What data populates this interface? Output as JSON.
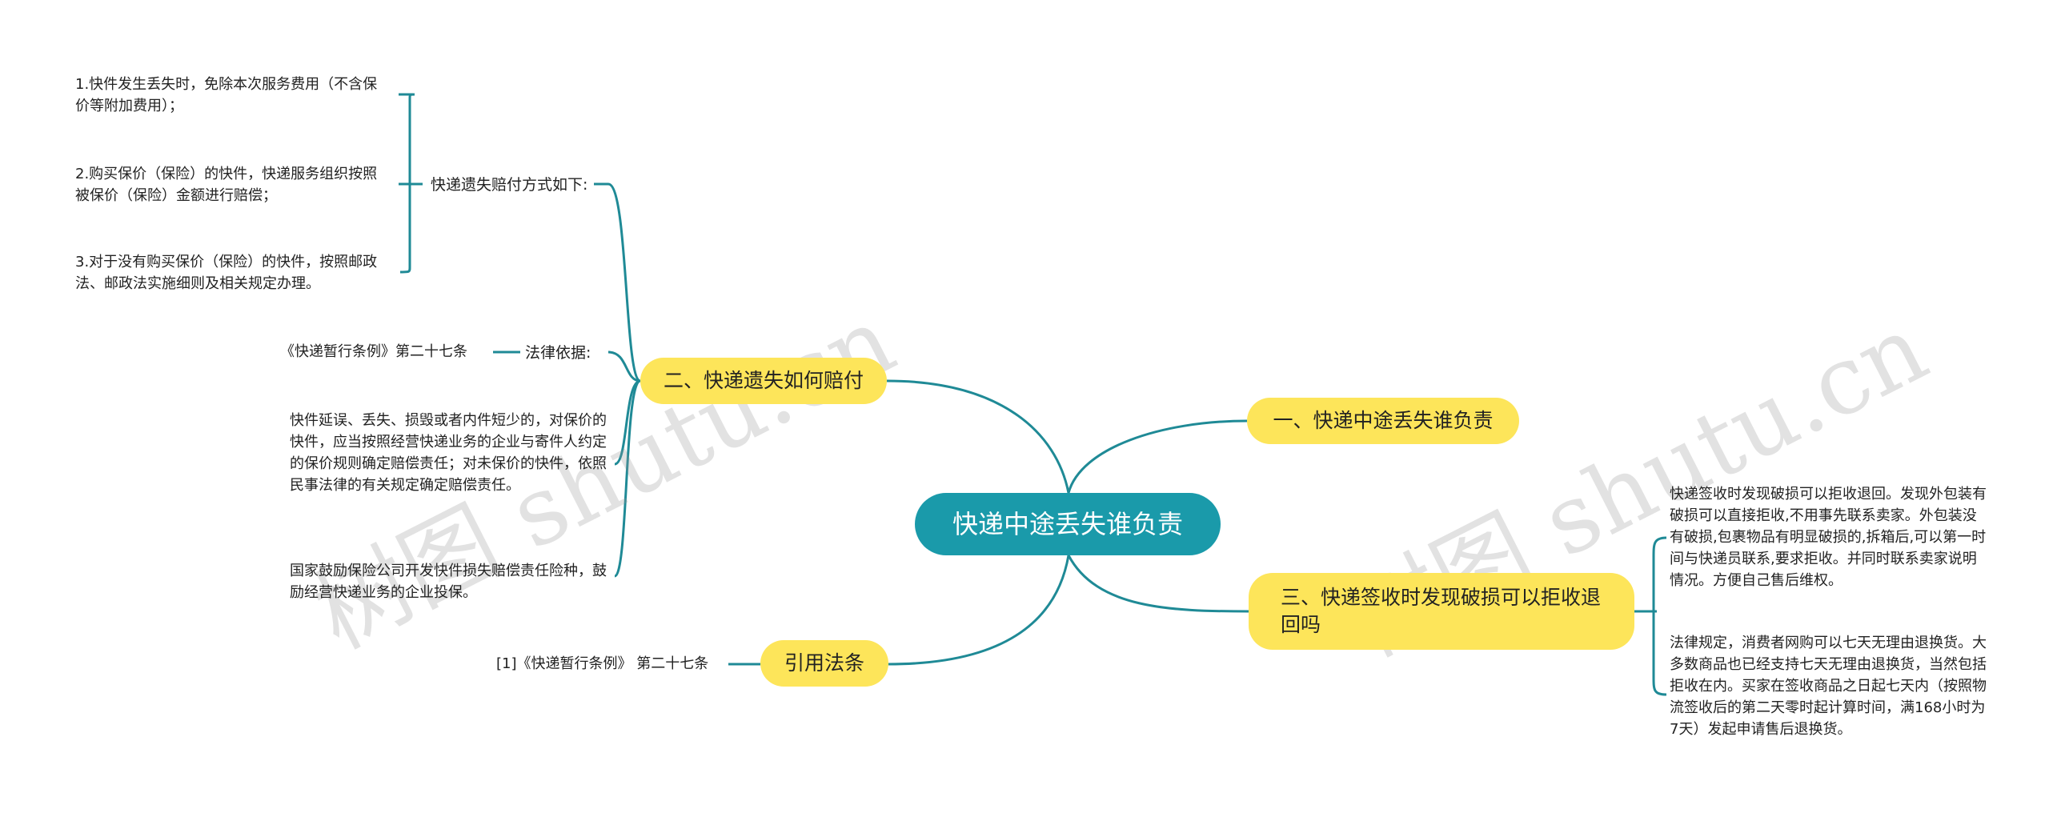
{
  "root": "快递中途丢失谁负责",
  "branches": {
    "b1": "一、快递中途丢失谁负责",
    "b2": "二、快递遗失如何赔付",
    "b3": "三、快递签收时发现破损可以拒收退回吗",
    "b4": "引用法条"
  },
  "b2_children": {
    "compensation_label": "快递遗失赔付方式如下:",
    "compensation_items": [
      "1.快件发生丢失时，免除本次服务费用（不含保价等附加费用）；",
      "2.购买保价（保险）的快件，快递服务组织按照被保价（保险）金额进行赔偿；",
      "3.对于没有购买保价（保险）的快件，按照邮政法、邮政法实施细则及相关规定办理。"
    ],
    "legal_label": "法律依据:",
    "legal_ref": "《快递暂行条例》第二十七条",
    "para1": "快件延误、丢失、损毁或者内件短少的，对保价的快件，应当按照经营快递业务的企业与寄件人约定的保价规则确定赔偿责任；对未保价的快件，依照民事法律的有关规定确定赔偿责任。",
    "para2": "国家鼓励保险公司开发快件损失赔偿责任险种，鼓励经营快递业务的企业投保。"
  },
  "b3_children": {
    "para1": "快递签收时发现破损可以拒收退回。发现外包装有破损可以直接拒收,不用事先联系卖家。外包装没有破损,包裹物品有明显破损的,拆箱后,可以第一时间与快递员联系,要求拒收。并同时联系卖家说明情况。方便自己售后维权。",
    "para2": "法律规定，消费者网购可以七天无理由退换货。大多数商品也已经支持七天无理由退换货，当然包括拒收在内。买家在签收商品之日起七天内（按照物流签收后的第二天零时起计算时间，满168小时为7天）发起申请售后退换货。"
  },
  "b4_children": {
    "ref": "[1]《快递暂行条例》 第二十七条"
  },
  "watermarks": [
    "树图 shutu.cn",
    "树图 shutu.cn"
  ],
  "colors": {
    "root": "#1a9aaa",
    "branch": "#fde55a",
    "line": "#1f8a96",
    "text": "#222222"
  }
}
